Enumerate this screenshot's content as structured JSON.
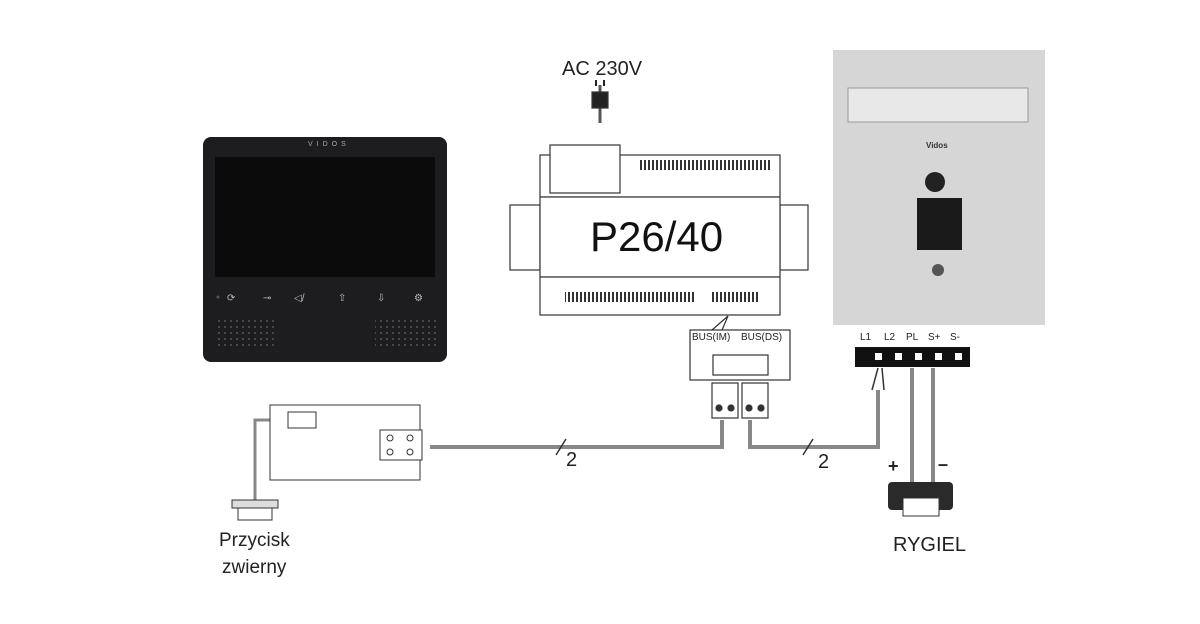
{
  "power": {
    "label": "AC 230V",
    "model": "P26/40",
    "bus_im": "BUS(IM)",
    "bus_ds": "BUS(DS)"
  },
  "monitor": {
    "brand": "VIDOS"
  },
  "door_station": {
    "brand": "Vidos",
    "terminals": [
      "L1",
      "L2",
      "PL",
      "S+",
      "S-"
    ]
  },
  "wires": {
    "monitor_count": "2",
    "station_count": "2",
    "plus": "+",
    "minus": "–"
  },
  "lock": {
    "label": "RYGIEL"
  },
  "button": {
    "label_line1": "Przycisk",
    "label_line2": "zwierny"
  },
  "colors": {
    "wire": "#888888",
    "monitor": "#1c1c1e",
    "panel": "#d4d4d4"
  }
}
